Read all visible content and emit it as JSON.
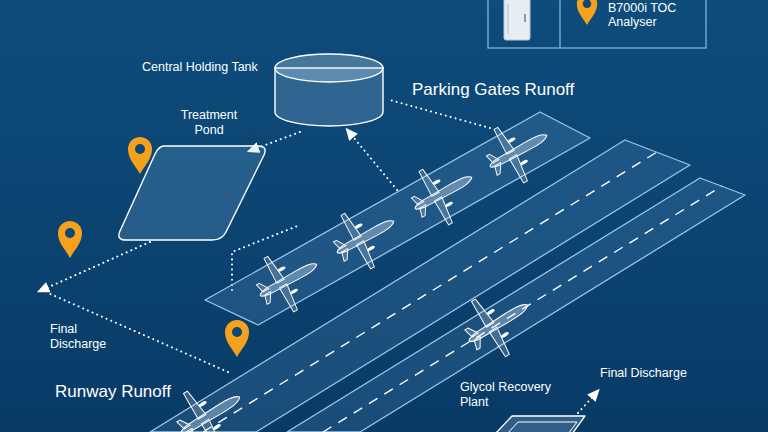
{
  "diagram": {
    "nodes": [
      {
        "text": [
          "Central Holding Tank"
        ]
      },
      {
        "text": [
          "Treatment Pond"
        ]
      },
      {
        "text": [
          "Parking Gates Runoff"
        ]
      },
      {
        "text": [
          "Runway Runoff"
        ]
      },
      {
        "text": [
          "Glycol Recovery Plant"
        ]
      }
    ],
    "edges": [
      {
        "from": 2,
        "to": 0,
        "arrow": "to"
      },
      {
        "from": 0,
        "to": 1,
        "arrow": "to"
      }
    ],
    "labels": [
      "Final Discharge",
      "Final Discharge"
    ],
    "legend": [
      {
        "text": "B7000i TOC Analyser"
      }
    ]
  }
}
